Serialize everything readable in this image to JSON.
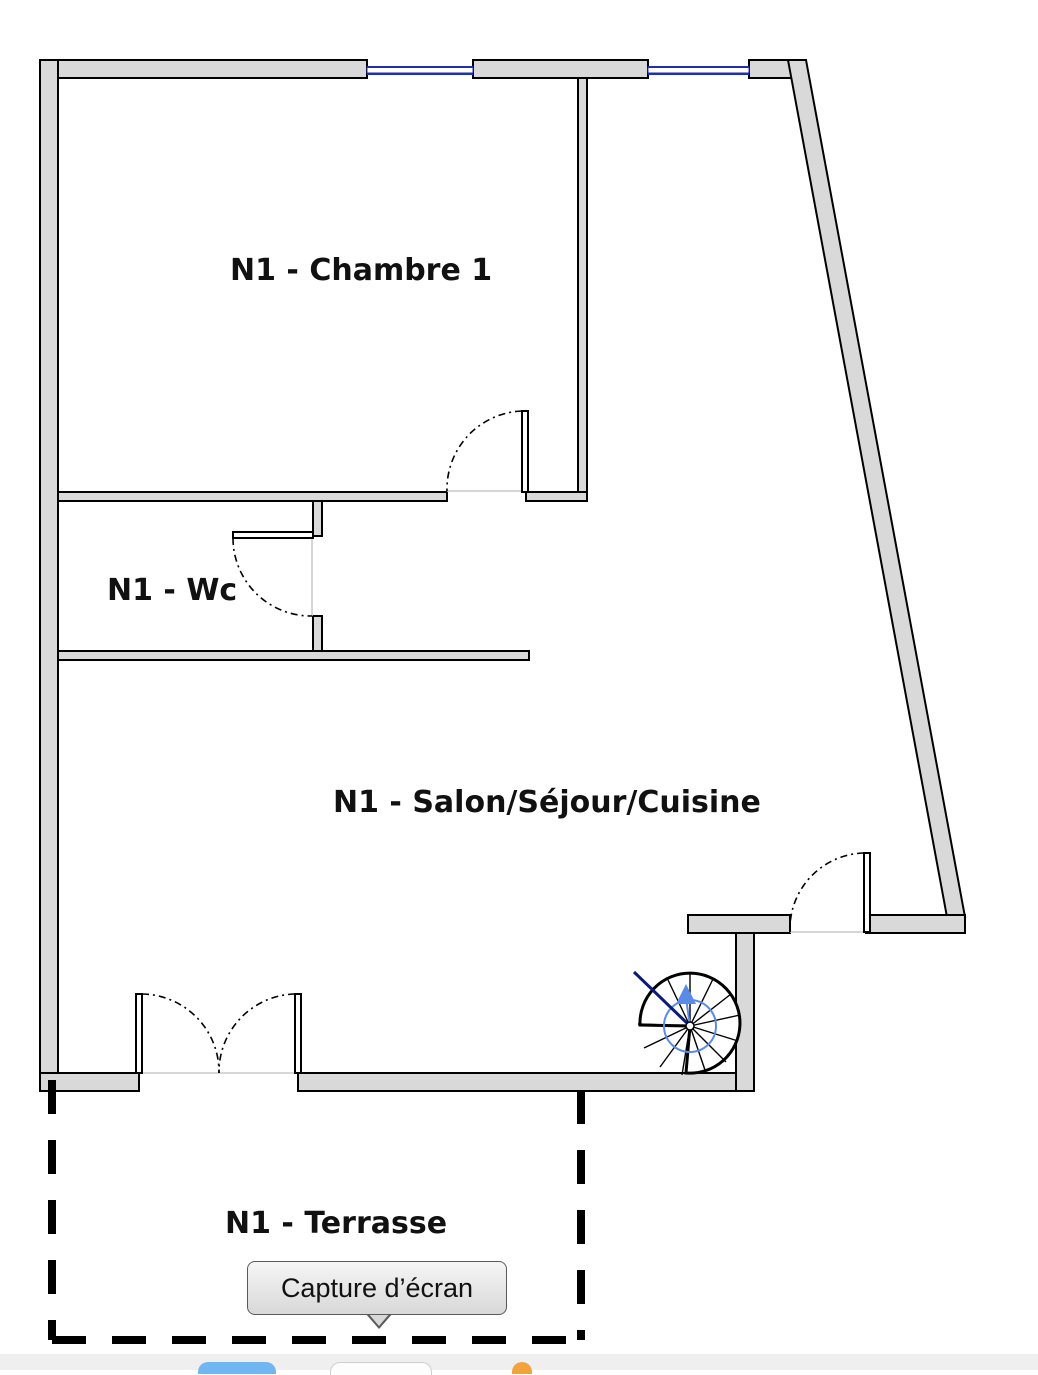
{
  "rooms": {
    "chambre": "N1 - Chambre 1",
    "wc": "N1 - Wc",
    "salon": "N1 - Salon/Séjour/Cuisine",
    "terrasse": "N1 - Terrasse"
  },
  "tooltip": {
    "label": "Capture d’écran"
  },
  "colors": {
    "wall_fill": "#d9d9d9",
    "wall_stroke": "#000000",
    "window": "#1f2fb0",
    "stair_accent": "#5b8be8"
  }
}
